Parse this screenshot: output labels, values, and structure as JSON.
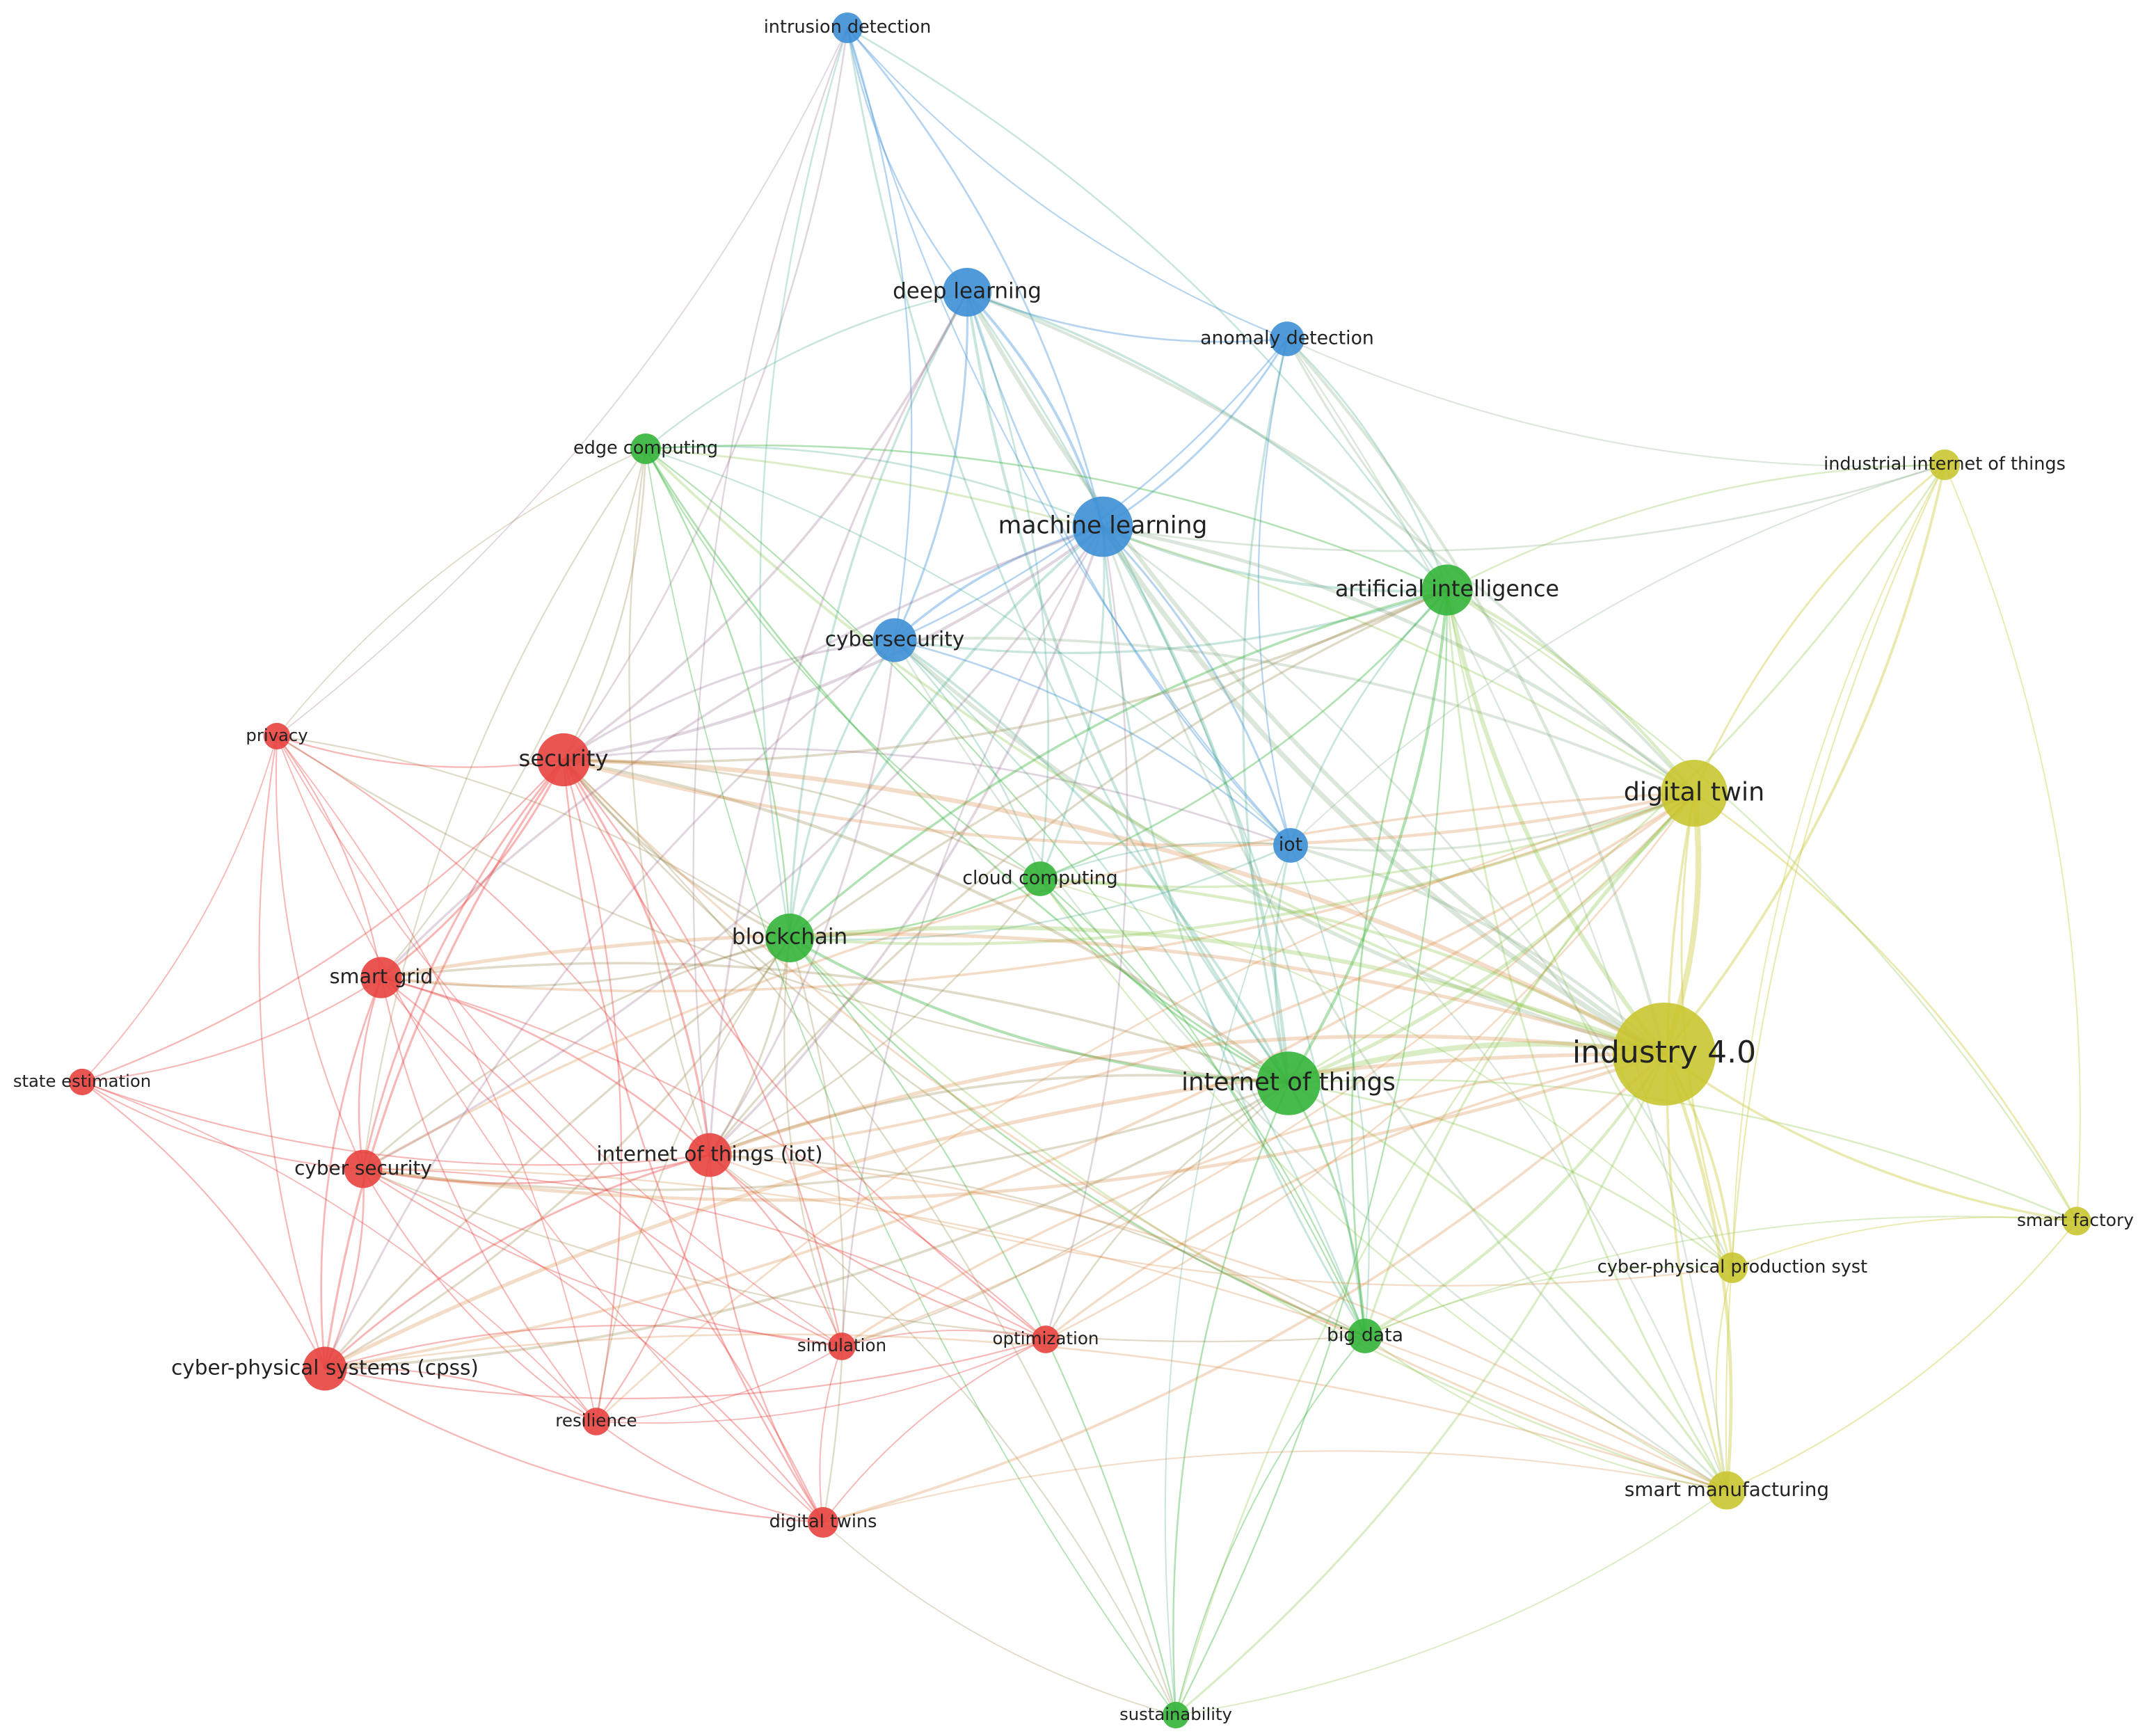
{
  "clusters": [
    {
      "id": "red",
      "color": "#e8433f"
    },
    {
      "id": "blue",
      "color": "#3d8fd6"
    },
    {
      "id": "green",
      "color": "#34b43a"
    },
    {
      "id": "yellow",
      "color": "#c9c530"
    }
  ],
  "nodes": [
    {
      "id": "intrusion-detection",
      "label": "intrusion detection",
      "cluster": "blue",
      "weight": 1
    },
    {
      "id": "deep-learning",
      "label": "deep learning",
      "cluster": "blue",
      "weight": 4
    },
    {
      "id": "anomaly-detection",
      "label": "anomaly detection",
      "cluster": "blue",
      "weight": 1.5
    },
    {
      "id": "machine-learning",
      "label": "machine learning",
      "cluster": "blue",
      "weight": 7
    },
    {
      "id": "cybersecurity",
      "label": "cybersecurity",
      "cluster": "blue",
      "weight": 3
    },
    {
      "id": "iot",
      "label": "iot",
      "cluster": "blue",
      "weight": 1.5
    },
    {
      "id": "edge-computing",
      "label": "edge computing",
      "cluster": "green",
      "weight": 1
    },
    {
      "id": "artificial-intelligence",
      "label": "artificial intelligence",
      "cluster": "green",
      "weight": 4.5
    },
    {
      "id": "cloud-computing",
      "label": "cloud computing",
      "cluster": "green",
      "weight": 1.5
    },
    {
      "id": "blockchain",
      "label": "blockchain",
      "cluster": "green",
      "weight": 4
    },
    {
      "id": "internet-of-things",
      "label": "internet of things",
      "cluster": "green",
      "weight": 8
    },
    {
      "id": "big-data",
      "label": "big data",
      "cluster": "green",
      "weight": 1.5
    },
    {
      "id": "sustainability",
      "label": "sustainability",
      "cluster": "green",
      "weight": 0.6
    },
    {
      "id": "privacy",
      "label": "privacy",
      "cluster": "red",
      "weight": 0.6
    },
    {
      "id": "security",
      "label": "security",
      "cluster": "red",
      "weight": 5
    },
    {
      "id": "smart-grid",
      "label": "smart grid",
      "cluster": "red",
      "weight": 2.5
    },
    {
      "id": "state-estimation",
      "label": "state estimation",
      "cluster": "red",
      "weight": 0.6
    },
    {
      "id": "cyber-security",
      "label": "cyber security",
      "cluster": "red",
      "weight": 2
    },
    {
      "id": "internet-of-things-iot",
      "label": "internet of things (iot)",
      "cluster": "red",
      "weight": 3
    },
    {
      "id": "cyber-physical-systems",
      "label": "cyber-physical systems (cpss)",
      "cluster": "red",
      "weight": 3
    },
    {
      "id": "simulation",
      "label": "simulation",
      "cluster": "red",
      "weight": 0.7
    },
    {
      "id": "optimization",
      "label": "optimization",
      "cluster": "red",
      "weight": 0.7
    },
    {
      "id": "resilience",
      "label": "resilience",
      "cluster": "red",
      "weight": 0.7
    },
    {
      "id": "digital-twins",
      "label": "digital twins",
      "cluster": "red",
      "weight": 1
    },
    {
      "id": "industrial-internet-of-things",
      "label": "industrial internet of things",
      "cluster": "yellow",
      "weight": 1
    },
    {
      "id": "digital-twin",
      "label": "digital twin",
      "cluster": "yellow",
      "weight": 9
    },
    {
      "id": "industry-4-0",
      "label": "industry 4.0",
      "cluster": "yellow",
      "weight": 25
    },
    {
      "id": "smart-factory",
      "label": "smart factory",
      "cluster": "yellow",
      "weight": 0.8
    },
    {
      "id": "cyber-physical-production-syst",
      "label": "cyber-physical production syst",
      "cluster": "yellow",
      "weight": 1
    },
    {
      "id": "smart-manufacturing",
      "label": "smart manufacturing",
      "cluster": "yellow",
      "weight": 2
    }
  ],
  "links": [
    [
      "intrusion-detection",
      "deep-learning"
    ],
    [
      "intrusion-detection",
      "machine-learning"
    ],
    [
      "intrusion-detection",
      "anomaly-detection"
    ],
    [
      "intrusion-detection",
      "cybersecurity"
    ],
    [
      "intrusion-detection",
      "iot"
    ],
    [
      "intrusion-detection",
      "artificial-intelligence"
    ],
    [
      "intrusion-detection",
      "internet-of-things"
    ],
    [
      "intrusion-detection",
      "security"
    ],
    [
      "intrusion-detection",
      "internet-of-things-iot"
    ],
    [
      "intrusion-detection",
      "privacy"
    ],
    [
      "intrusion-detection",
      "blockchain"
    ],
    [
      "deep-learning",
      "machine-learning"
    ],
    [
      "deep-learning",
      "anomaly-detection"
    ],
    [
      "deep-learning",
      "cybersecurity"
    ],
    [
      "deep-learning",
      "iot"
    ],
    [
      "deep-learning",
      "artificial-intelligence"
    ],
    [
      "deep-learning",
      "internet-of-things"
    ],
    [
      "deep-learning",
      "security"
    ],
    [
      "deep-learning",
      "blockchain"
    ],
    [
      "deep-learning",
      "cloud-computing"
    ],
    [
      "deep-learning",
      "edge-computing"
    ],
    [
      "deep-learning",
      "big-data"
    ],
    [
      "deep-learning",
      "industry-4-0"
    ],
    [
      "deep-learning",
      "digital-twin"
    ],
    [
      "deep-learning",
      "internet-of-things-iot"
    ],
    [
      "anomaly-detection",
      "machine-learning"
    ],
    [
      "anomaly-detection",
      "iot"
    ],
    [
      "anomaly-detection",
      "artificial-intelligence"
    ],
    [
      "anomaly-detection",
      "internet-of-things"
    ],
    [
      "anomaly-detection",
      "industry-4-0"
    ],
    [
      "anomaly-detection",
      "digital-twin"
    ],
    [
      "anomaly-detection",
      "cybersecurity"
    ],
    [
      "anomaly-detection",
      "industrial-internet-of-things"
    ],
    [
      "anomaly-detection",
      "smart-manufacturing"
    ],
    [
      "machine-learning",
      "cybersecurity"
    ],
    [
      "machine-learning",
      "iot"
    ],
    [
      "machine-learning",
      "artificial-intelligence"
    ],
    [
      "machine-learning",
      "internet-of-things"
    ],
    [
      "machine-learning",
      "industry-4-0"
    ],
    [
      "machine-learning",
      "digital-twin"
    ],
    [
      "machine-learning",
      "blockchain"
    ],
    [
      "machine-learning",
      "cloud-computing"
    ],
    [
      "machine-learning",
      "big-data"
    ],
    [
      "machine-learning",
      "security"
    ],
    [
      "machine-learning",
      "edge-computing"
    ],
    [
      "machine-learning",
      "internet-of-things-iot"
    ],
    [
      "machine-learning",
      "smart-manufacturing"
    ],
    [
      "machine-learning",
      "cyber-physical-production-syst"
    ],
    [
      "machine-learning",
      "smart-grid"
    ],
    [
      "machine-learning",
      "cyber-security"
    ],
    [
      "machine-learning",
      "simulation"
    ],
    [
      "machine-learning",
      "optimization"
    ],
    [
      "machine-learning",
      "industrial-internet-of-things"
    ],
    [
      "cybersecurity",
      "iot"
    ],
    [
      "cybersecurity",
      "artificial-intelligence"
    ],
    [
      "cybersecurity",
      "internet-of-things"
    ],
    [
      "cybersecurity",
      "industry-4-0"
    ],
    [
      "cybersecurity",
      "digital-twin"
    ],
    [
      "cybersecurity",
      "blockchain"
    ],
    [
      "cybersecurity",
      "cloud-computing"
    ],
    [
      "cybersecurity",
      "security"
    ],
    [
      "cybersecurity",
      "big-data"
    ],
    [
      "cybersecurity",
      "smart-manufacturing"
    ],
    [
      "cybersecurity",
      "internet-of-things-iot"
    ],
    [
      "cybersecurity",
      "cyber-physical-systems"
    ],
    [
      "iot",
      "artificial-intelligence"
    ],
    [
      "iot",
      "internet-of-things"
    ],
    [
      "iot",
      "industry-4-0"
    ],
    [
      "iot",
      "digital-twin"
    ],
    [
      "iot",
      "blockchain"
    ],
    [
      "iot",
      "cloud-computing"
    ],
    [
      "iot",
      "big-data"
    ],
    [
      "iot",
      "security"
    ],
    [
      "iot",
      "smart-manufacturing"
    ],
    [
      "iot",
      "edge-computing"
    ],
    [
      "iot",
      "industrial-internet-of-things"
    ],
    [
      "iot",
      "sustainability"
    ],
    [
      "edge-computing",
      "artificial-intelligence"
    ],
    [
      "edge-computing",
      "internet-of-things"
    ],
    [
      "edge-computing",
      "blockchain"
    ],
    [
      "edge-computing",
      "cloud-computing"
    ],
    [
      "edge-computing",
      "security"
    ],
    [
      "edge-computing",
      "industry-4-0"
    ],
    [
      "edge-computing",
      "digital-twin"
    ],
    [
      "edge-computing",
      "privacy"
    ],
    [
      "edge-computing",
      "smart-grid"
    ],
    [
      "edge-computing",
      "internet-of-things-iot"
    ],
    [
      "edge-computing",
      "big-data"
    ],
    [
      "edge-computing",
      "cyber-security"
    ],
    [
      "artificial-intelligence",
      "internet-of-things"
    ],
    [
      "artificial-intelligence",
      "industry-4-0"
    ],
    [
      "artificial-intelligence",
      "digital-twin"
    ],
    [
      "artificial-intelligence",
      "blockchain"
    ],
    [
      "artificial-intelligence",
      "cloud-computing"
    ],
    [
      "artificial-intelligence",
      "big-data"
    ],
    [
      "artificial-intelligence",
      "security"
    ],
    [
      "artificial-intelligence",
      "smart-manufacturing"
    ],
    [
      "artificial-intelligence",
      "industrial-internet-of-things"
    ],
    [
      "artificial-intelligence",
      "cyber-physical-production-syst"
    ],
    [
      "artificial-intelligence",
      "sustainability"
    ],
    [
      "artificial-intelligence",
      "internet-of-things-iot"
    ],
    [
      "artificial-intelligence",
      "smart-factory"
    ],
    [
      "artificial-intelligence",
      "cyber-physical-systems"
    ],
    [
      "cloud-computing",
      "blockchain"
    ],
    [
      "cloud-computing",
      "internet-of-things"
    ],
    [
      "cloud-computing",
      "industry-4-0"
    ],
    [
      "cloud-computing",
      "digital-twin"
    ],
    [
      "cloud-computing",
      "big-data"
    ],
    [
      "cloud-computing",
      "security"
    ],
    [
      "cloud-computing",
      "internet-of-things-iot"
    ],
    [
      "cloud-computing",
      "smart-manufacturing"
    ],
    [
      "cloud-computing",
      "cyber-physical-production-syst"
    ],
    [
      "blockchain",
      "internet-of-things"
    ],
    [
      "blockchain",
      "industry-4-0"
    ],
    [
      "blockchain",
      "digital-twin"
    ],
    [
      "blockchain",
      "security"
    ],
    [
      "blockchain",
      "big-data"
    ],
    [
      "blockchain",
      "internet-of-things-iot"
    ],
    [
      "blockchain",
      "privacy"
    ],
    [
      "blockchain",
      "smart-grid"
    ],
    [
      "blockchain",
      "cyber-security"
    ],
    [
      "blockchain",
      "sustainability"
    ],
    [
      "blockchain",
      "smart-manufacturing"
    ],
    [
      "blockchain",
      "cyber-physical-systems"
    ],
    [
      "blockchain",
      "simulation"
    ],
    [
      "blockchain",
      "digital-twins"
    ],
    [
      "blockchain",
      "resilience"
    ],
    [
      "internet-of-things",
      "industry-4-0"
    ],
    [
      "internet-of-things",
      "digital-twin"
    ],
    [
      "internet-of-things",
      "big-data"
    ],
    [
      "internet-of-things",
      "security"
    ],
    [
      "internet-of-things",
      "smart-manufacturing"
    ],
    [
      "internet-of-things",
      "industrial-internet-of-things"
    ],
    [
      "internet-of-things",
      "cyber-physical-production-syst"
    ],
    [
      "internet-of-things",
      "sustainability"
    ],
    [
      "internet-of-things",
      "smart-factory"
    ],
    [
      "internet-of-things",
      "internet-of-things-iot"
    ],
    [
      "internet-of-things",
      "cyber-security"
    ],
    [
      "internet-of-things",
      "smart-grid"
    ],
    [
      "internet-of-things",
      "privacy"
    ],
    [
      "internet-of-things",
      "optimization"
    ],
    [
      "internet-of-things",
      "simulation"
    ],
    [
      "big-data",
      "industry-4-0"
    ],
    [
      "big-data",
      "digital-twin"
    ],
    [
      "big-data",
      "smart-manufacturing"
    ],
    [
      "big-data",
      "cyber-physical-production-syst"
    ],
    [
      "big-data",
      "sustainability"
    ],
    [
      "big-data",
      "security"
    ],
    [
      "big-data",
      "internet-of-things-iot"
    ],
    [
      "big-data",
      "smart-factory"
    ],
    [
      "sustainability",
      "industry-4-0"
    ],
    [
      "sustainability",
      "digital-twin"
    ],
    [
      "sustainability",
      "smart-manufacturing"
    ],
    [
      "sustainability",
      "digital-twins"
    ],
    [
      "sustainability",
      "internet-of-things-iot"
    ],
    [
      "sustainability",
      "edge-computing"
    ],
    [
      "privacy",
      "security"
    ],
    [
      "privacy",
      "smart-grid"
    ],
    [
      "privacy",
      "cyber-security"
    ],
    [
      "privacy",
      "internet-of-things-iot"
    ],
    [
      "privacy",
      "cyber-physical-systems"
    ],
    [
      "privacy",
      "state-estimation"
    ],
    [
      "privacy",
      "simulation"
    ],
    [
      "privacy",
      "resilience"
    ],
    [
      "privacy",
      "digital-twins"
    ],
    [
      "security",
      "smart-grid"
    ],
    [
      "security",
      "cyber-security"
    ],
    [
      "security",
      "internet-of-things-iot"
    ],
    [
      "security",
      "cyber-physical-systems"
    ],
    [
      "security",
      "simulation"
    ],
    [
      "security",
      "optimization"
    ],
    [
      "security",
      "resilience"
    ],
    [
      "security",
      "digital-twins"
    ],
    [
      "security",
      "industry-4-0"
    ],
    [
      "security",
      "digital-twin"
    ],
    [
      "security",
      "state-estimation"
    ],
    [
      "security",
      "smart-manufacturing"
    ],
    [
      "security",
      "sustainability"
    ],
    [
      "smart-grid",
      "cyber-security"
    ],
    [
      "smart-grid",
      "internet-of-things-iot"
    ],
    [
      "smart-grid",
      "cyber-physical-systems"
    ],
    [
      "smart-grid",
      "state-estimation"
    ],
    [
      "smart-grid",
      "simulation"
    ],
    [
      "smart-grid",
      "optimization"
    ],
    [
      "smart-grid",
      "resilience"
    ],
    [
      "smart-grid",
      "digital-twins"
    ],
    [
      "smart-grid",
      "digital-twin"
    ],
    [
      "smart-grid",
      "industry-4-0"
    ],
    [
      "state-estimation",
      "cyber-security"
    ],
    [
      "state-estimation",
      "cyber-physical-systems"
    ],
    [
      "state-estimation",
      "internet-of-things-iot"
    ],
    [
      "state-estimation",
      "resilience"
    ],
    [
      "cyber-security",
      "internet-of-things-iot"
    ],
    [
      "cyber-security",
      "cyber-physical-systems"
    ],
    [
      "cyber-security",
      "simulation"
    ],
    [
      "cyber-security",
      "optimization"
    ],
    [
      "cyber-security",
      "resilience"
    ],
    [
      "cyber-security",
      "digital-twins"
    ],
    [
      "cyber-security",
      "industry-4-0"
    ],
    [
      "cyber-security",
      "digital-twin"
    ],
    [
      "cyber-security",
      "big-data"
    ],
    [
      "cyber-security",
      "smart-manufacturing"
    ],
    [
      "internet-of-things-iot",
      "cyber-physical-systems"
    ],
    [
      "internet-of-things-iot",
      "simulation"
    ],
    [
      "internet-of-things-iot",
      "optimization"
    ],
    [
      "internet-of-things-iot",
      "resilience"
    ],
    [
      "internet-of-things-iot",
      "digital-twins"
    ],
    [
      "internet-of-things-iot",
      "industry-4-0"
    ],
    [
      "internet-of-things-iot",
      "digital-twin"
    ],
    [
      "internet-of-things-iot",
      "smart-manufacturing"
    ],
    [
      "internet-of-things-iot",
      "cyber-physical-production-syst"
    ],
    [
      "cyber-physical-systems",
      "simulation"
    ],
    [
      "cyber-physical-systems",
      "optimization"
    ],
    [
      "cyber-physical-systems",
      "resilience"
    ],
    [
      "cyber-physical-systems",
      "digital-twins"
    ],
    [
      "cyber-physical-systems",
      "industry-4-0"
    ],
    [
      "cyber-physical-systems",
      "digital-twin"
    ],
    [
      "cyber-physical-systems",
      "smart-manufacturing"
    ],
    [
      "cyber-physical-systems",
      "internet-of-things"
    ],
    [
      "simulation",
      "optimization"
    ],
    [
      "simulation",
      "digital-twins"
    ],
    [
      "simulation",
      "resilience"
    ],
    [
      "simulation",
      "digital-twin"
    ],
    [
      "simulation",
      "industry-4-0"
    ],
    [
      "optimization",
      "digital-twins"
    ],
    [
      "optimization",
      "resilience"
    ],
    [
      "optimization",
      "digital-twin"
    ],
    [
      "optimization",
      "industry-4-0"
    ],
    [
      "resilience",
      "digital-twins"
    ],
    [
      "resilience",
      "digital-twin"
    ],
    [
      "digital-twins",
      "industry-4-0"
    ],
    [
      "digital-twins",
      "smart-manufacturing"
    ],
    [
      "industrial-internet-of-things",
      "digital-twin"
    ],
    [
      "industrial-internet-of-things",
      "industry-4-0"
    ],
    [
      "industrial-internet-of-things",
      "smart-manufacturing"
    ],
    [
      "industrial-internet-of-things",
      "smart-factory"
    ],
    [
      "industrial-internet-of-things",
      "cyber-physical-production-syst"
    ],
    [
      "digital-twin",
      "industry-4-0"
    ],
    [
      "digital-twin",
      "smart-manufacturing"
    ],
    [
      "digital-twin",
      "smart-factory"
    ],
    [
      "digital-twin",
      "cyber-physical-production-syst"
    ],
    [
      "industry-4-0",
      "smart-manufacturing"
    ],
    [
      "industry-4-0",
      "smart-factory"
    ],
    [
      "industry-4-0",
      "cyber-physical-production-syst"
    ],
    [
      "smart-factory",
      "cyber-physical-production-syst"
    ],
    [
      "smart-factory",
      "smart-manufacturing"
    ],
    [
      "cyber-physical-production-syst",
      "smart-manufacturing"
    ]
  ]
}
